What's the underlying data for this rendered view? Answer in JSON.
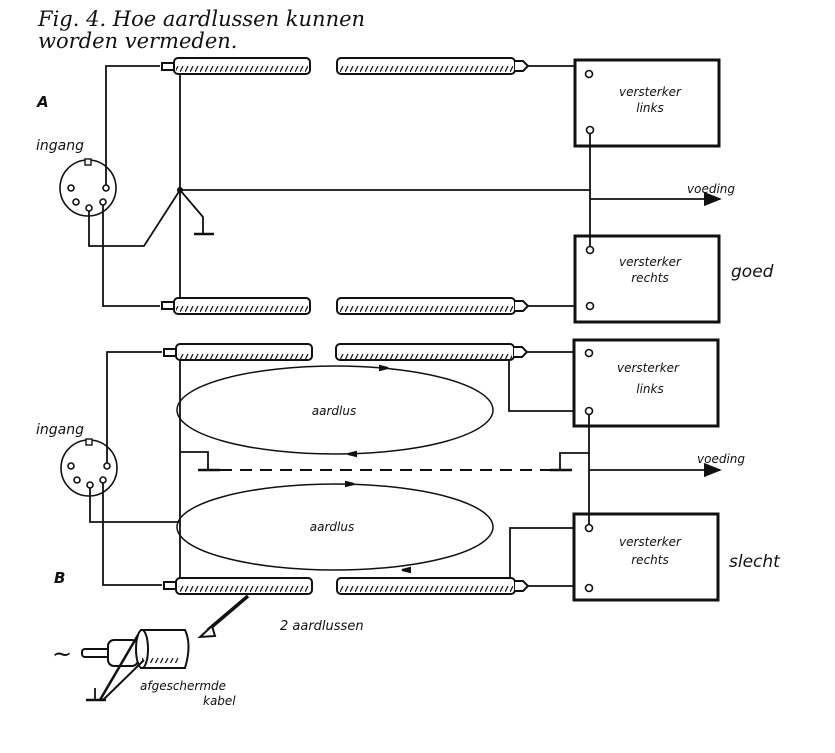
{
  "caption": {
    "line1": "Fig. 4.  Hoe aardlussen kunnen",
    "line2": "worden vermeden."
  },
  "section_a": {
    "label": "A",
    "input_label": "ingang",
    "amp_left": {
      "line1": "versterker",
      "line2": "links"
    },
    "amp_right": {
      "line1": "versterker",
      "line2": "rechts"
    },
    "supply_label": "voeding",
    "verdict": "goed"
  },
  "section_b": {
    "label": "B",
    "input_label": "ingang",
    "amp_left": {
      "line1": "versterker",
      "line2": "links"
    },
    "amp_right": {
      "line1": "versterker",
      "line2": "rechts"
    },
    "supply_label": "voeding",
    "verdict": "slecht",
    "loop_upper_label": "aardlus",
    "loop_lower_label": "aardlus",
    "loops_count_label": "2 aardlussen"
  },
  "inset": {
    "signal_symbol": "~",
    "cable_label": {
      "line1": "afgeschermde",
      "line2": "kabel"
    }
  }
}
